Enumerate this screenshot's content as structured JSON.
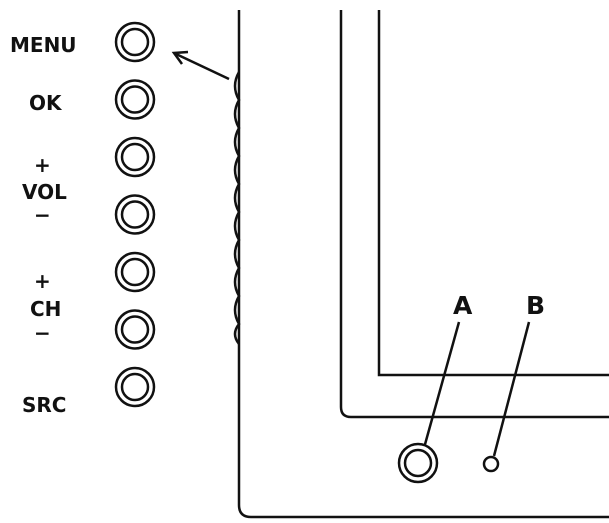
{
  "buttons": [
    {
      "id": "menu",
      "label": "MENU"
    },
    {
      "id": "ok",
      "label": "OK"
    },
    {
      "id": "vol-up",
      "sign": "+"
    },
    {
      "id": "vol-down",
      "sign": "−"
    },
    {
      "id": "ch-up",
      "sign": "+"
    },
    {
      "id": "ch-down",
      "sign": "−"
    },
    {
      "id": "src",
      "label": "SRC"
    }
  ],
  "group_labels": {
    "vol": "VOL",
    "ch": "CH"
  },
  "callouts": {
    "a": "A",
    "b": "B"
  },
  "colors": {
    "stroke": "#111111",
    "background": "#ffffff"
  }
}
